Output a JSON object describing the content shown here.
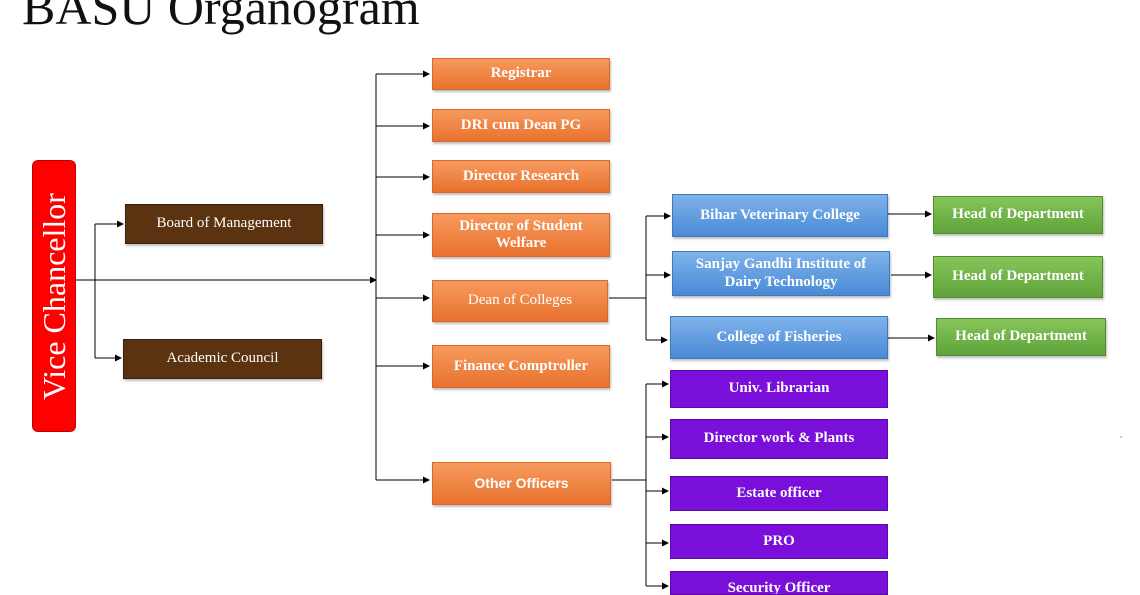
{
  "title": "BASU Organogram",
  "root": "Vice Chancellor",
  "vc_level": {
    "board": "Board of Management",
    "academic": "Academic Council"
  },
  "officers": {
    "registrar": "Registrar",
    "dri": "DRI cum Dean PG",
    "research": "Director Research",
    "welfare": "Director of Student Welfare",
    "dean": "Dean of Colleges",
    "finance": "Finance Comptroller",
    "other": "Other Officers"
  },
  "colleges": {
    "bvc": "Bihar Veterinary College",
    "sgidt": "Sanjay Gandhi Institute of Dairy Technology",
    "fisheries": "College of Fisheries"
  },
  "hod": "Head of Department",
  "other_officers": {
    "librarian": "Univ. Librarian",
    "works": "Director work & Plants",
    "estate": "Estate officer",
    "pro": "PRO",
    "security": "Security Officer"
  },
  "colors": {
    "root": "#ff0000",
    "brown": "#5c3311",
    "orange": "#ed7d31",
    "blue": "#5b9bd5",
    "green": "#70ad47",
    "purple": "#7a0fd9"
  }
}
